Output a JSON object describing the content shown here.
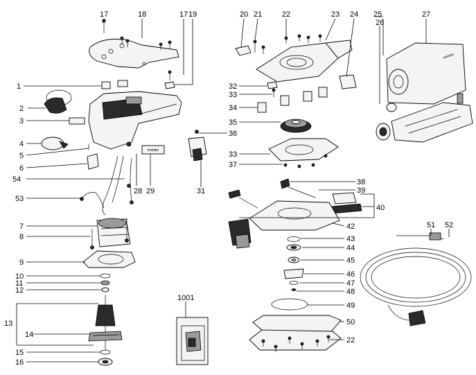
{
  "diagram": {
    "brand_marks": [
      "metabo",
      "metabo"
    ],
    "callouts": [
      "1",
      "2",
      "3",
      "4",
      "5",
      "6",
      "7",
      "8",
      "9",
      "10",
      "11",
      "12",
      "13",
      "14",
      "15",
      "16",
      "17",
      "17",
      "18",
      "19",
      "20",
      "21",
      "22",
      "22",
      "23",
      "24",
      "25",
      "26",
      "27",
      "28",
      "29",
      "31",
      "32",
      "33",
      "33",
      "34",
      "35",
      "36",
      "37",
      "38",
      "39",
      "40",
      "42",
      "43",
      "44",
      "45",
      "46",
      "47",
      "48",
      "49",
      "50",
      "51",
      "52",
      "53",
      "54",
      "1001"
    ]
  }
}
